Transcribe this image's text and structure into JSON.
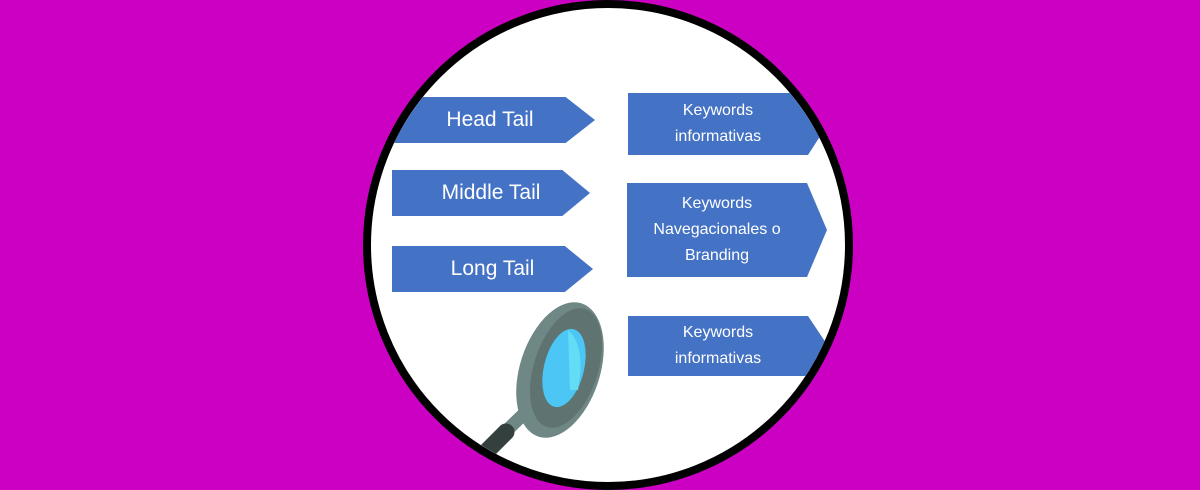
{
  "left_items": [
    {
      "label": "Head Tail"
    },
    {
      "label": "Middle Tail"
    },
    {
      "label": "Long Tail"
    }
  ],
  "right_items": [
    {
      "line1": "Keywords",
      "line2": "informativas"
    },
    {
      "line1": "Keywords",
      "line2": "Navegacionales o",
      "line3": "Branding"
    },
    {
      "line1": "Keywords",
      "line2": "informativas"
    }
  ],
  "colors": {
    "background": "#cc00c2",
    "shape": "#4472c4",
    "lens": "#4bc6f5"
  }
}
